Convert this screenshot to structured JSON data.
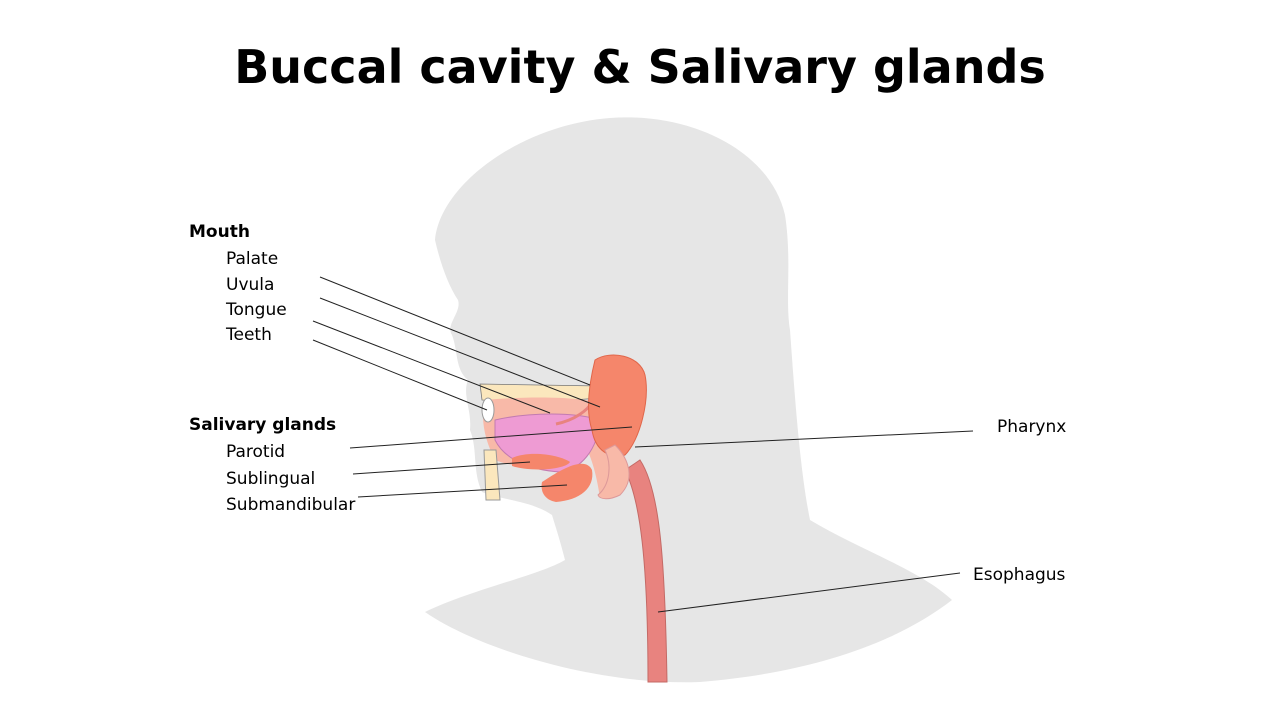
{
  "title": "Buccal cavity & Salivary glands",
  "mouth": {
    "heading": "Mouth",
    "items": [
      "Palate",
      "Uvula",
      "Tongue",
      "Teeth"
    ]
  },
  "salivary": {
    "heading": "Salivary glands",
    "items": [
      "Parotid",
      "Sublingual",
      "Submandibular"
    ]
  },
  "right_labels": {
    "pharynx": "Pharynx",
    "esophagus": "Esophagus"
  },
  "colors": {
    "silhouette": "#e6e6e6",
    "gland": "#f5866b",
    "tongue": "#ee9bd3",
    "esophagus": "#e8837f",
    "palate": "#fbe7bd",
    "tissue": "#f8b9a8"
  }
}
